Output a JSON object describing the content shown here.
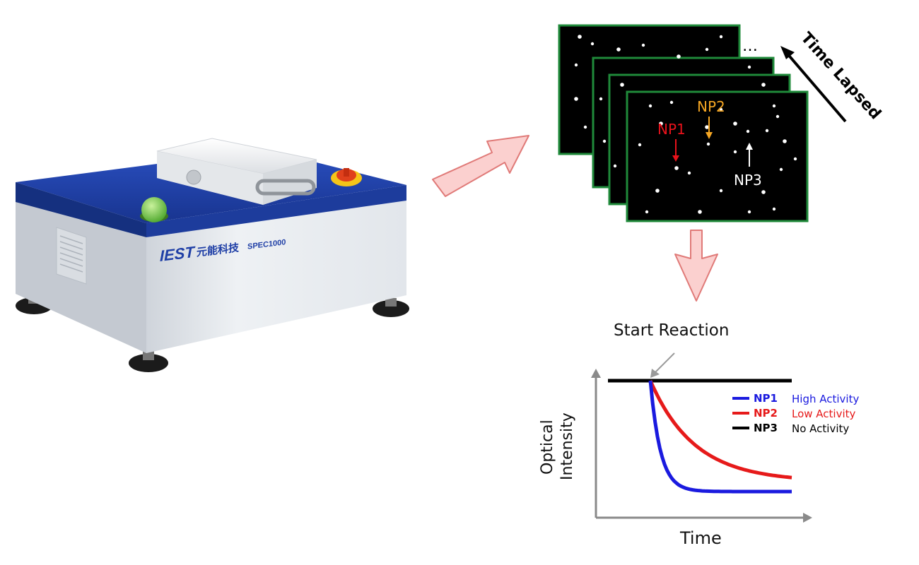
{
  "instrument": {
    "brand": "IEST",
    "brand_cn": "元能科技",
    "model": "SPEC1000",
    "colors": {
      "body": "#e6e9ee",
      "top": "#1f3fa6",
      "button": "#6cc23a",
      "estop": "#f5c518"
    }
  },
  "frames": {
    "ellipsis": "…",
    "time_label": "Time Lapsed",
    "labels": {
      "np1": "NP1",
      "np2": "NP2",
      "np3": "NP3"
    },
    "colors": {
      "np1": "#e8121b",
      "np2": "#f5a623",
      "np3": "#ffffff",
      "frame_border": "#1f8a3a"
    }
  },
  "arrows": {
    "fill": "#fbd0cf",
    "stroke": "#e07a78"
  },
  "plot": {
    "start_label": "Start Reaction",
    "ylabel_line1": "Optical",
    "ylabel_line2": "Intensity",
    "xlabel": "Time"
  },
  "chart_data": {
    "type": "line",
    "title": "",
    "xlabel": "Time",
    "ylabel": "Optical Intensity",
    "annotation": "Start Reaction",
    "legend_position": "top-right",
    "series": [
      {
        "name": "NP1",
        "description": "High Activity",
        "color": "#1a1adf",
        "trend": "fast exponential decay after start, then plateau"
      },
      {
        "name": "NP2",
        "description": "Low Activity",
        "color": "#e61a1a",
        "trend": "slow exponential decay after start"
      },
      {
        "name": "NP3",
        "description": "No Activity",
        "color": "#000000",
        "trend": "constant"
      }
    ]
  }
}
